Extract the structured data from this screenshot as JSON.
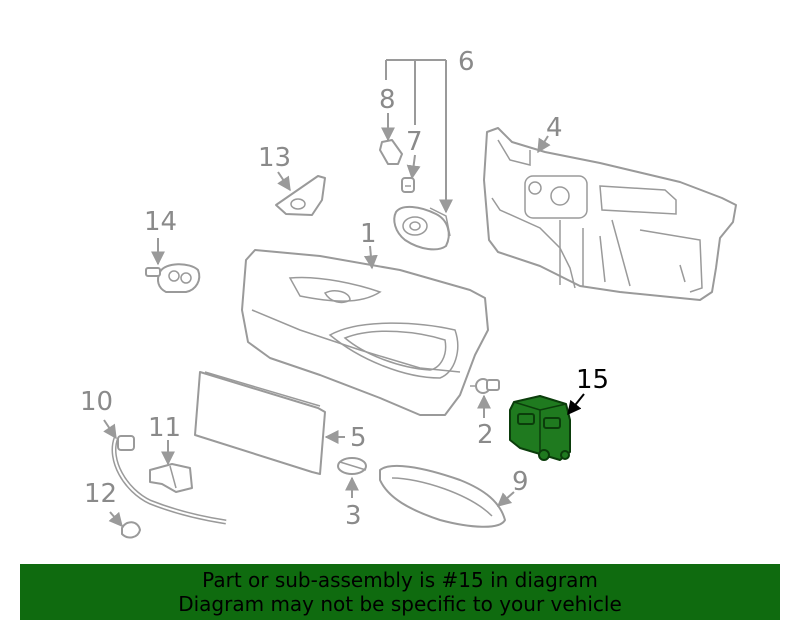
{
  "callouts": {
    "c1": "1",
    "c2": "2",
    "c3": "3",
    "c4": "4",
    "c5": "5",
    "c6": "6",
    "c7": "7",
    "c8": "8",
    "c9": "9",
    "c10": "10",
    "c11": "11",
    "c12": "12",
    "c13": "13",
    "c14": "14",
    "c15": "15"
  },
  "highlighted_part": "15",
  "banner": {
    "line1": "Part or sub-assembly is #15 in diagram",
    "line2": "Diagram may not be specific to your vehicle"
  },
  "colors": {
    "highlight": "#1f7a1f",
    "banner_bg": "#0f6b0f",
    "line_art": "#9a9a9a"
  }
}
